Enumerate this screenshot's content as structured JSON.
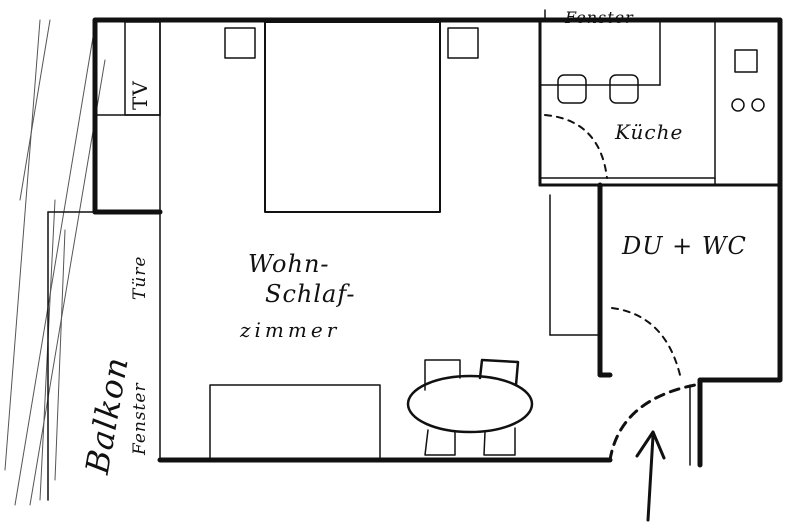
{
  "labels": {
    "tv": "TV",
    "window_top": "Fenster",
    "kitchen": "Küche",
    "shower_wc": "DU + WC",
    "living_line1": "Wohn-",
    "living_line2": "Schlaf-",
    "living_line3": "zimmer",
    "balcony": "Balkon",
    "door_side": "Türe",
    "window_side": "Fenster"
  },
  "colors": {
    "ink": "#111111",
    "paper": "#ffffff"
  },
  "icons": [
    "entrance-arrow-icon",
    "stove-burner-icon",
    "door-swing-icon"
  ]
}
